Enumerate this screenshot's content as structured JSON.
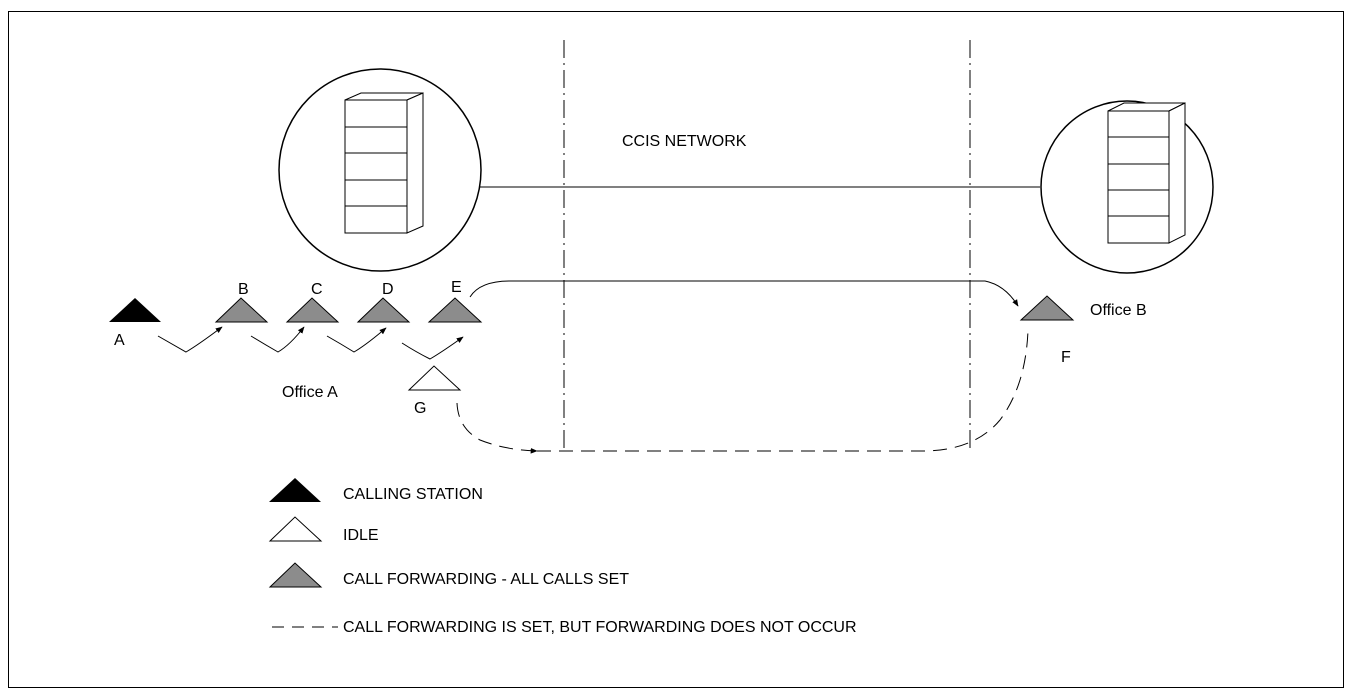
{
  "network_label": "CCIS NETWORK",
  "offices": {
    "a": {
      "label": "Office A"
    },
    "b": {
      "label": "Office B"
    }
  },
  "stations": {
    "a": {
      "label": "A",
      "state": "calling"
    },
    "b": {
      "label": "B",
      "state": "forwarding"
    },
    "c": {
      "label": "C",
      "state": "forwarding"
    },
    "d": {
      "label": "D",
      "state": "forwarding"
    },
    "e": {
      "label": "E",
      "state": "forwarding"
    },
    "f": {
      "label": "F",
      "state": "forwarding"
    },
    "g": {
      "label": "G",
      "state": "idle"
    }
  },
  "legend": {
    "calling": "CALLING STATION",
    "idle": "IDLE",
    "forwarding": "CALL FORWARDING -  ALL CALLS SET",
    "dashed": "CALL FORWARDING IS SET,  BUT FORWARDING DOES NOT OCCUR"
  },
  "colors": {
    "calling": "#000000",
    "forwarding": "#8c8c8c",
    "idle": "#ffffff",
    "line": "#000000"
  }
}
